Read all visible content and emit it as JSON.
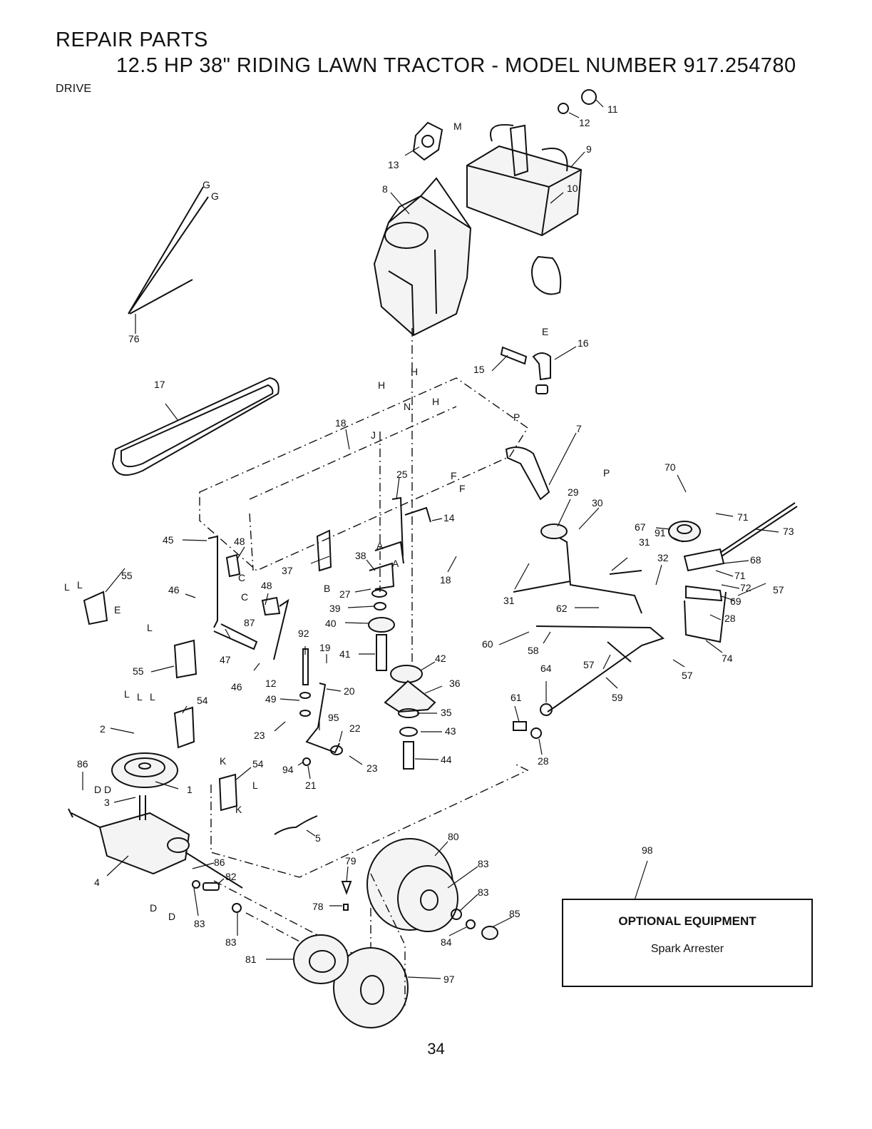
{
  "header": {
    "section": "REPAIR PARTS",
    "model_title": "12.5 HP 38\" RIDING LAWN TRACTOR - MODEL NUMBER 917.254780",
    "subsection": "DRIVE"
  },
  "callouts": [
    "1",
    "2",
    "3",
    "4",
    "5",
    "7",
    "8",
    "9",
    "10",
    "11",
    "12",
    "12",
    "13",
    "14",
    "15",
    "16",
    "17",
    "18",
    "18",
    "19",
    "20",
    "21",
    "22",
    "23",
    "23",
    "25",
    "27",
    "28",
    "28",
    "29",
    "30",
    "31",
    "31",
    "32",
    "35",
    "36",
    "37",
    "38",
    "39",
    "40",
    "41",
    "42",
    "43",
    "44",
    "45",
    "46",
    "46",
    "47",
    "48",
    "48",
    "49",
    "54",
    "54",
    "55",
    "55",
    "57",
    "57",
    "57",
    "58",
    "59",
    "60",
    "61",
    "62",
    "64",
    "67",
    "68",
    "69",
    "70",
    "71",
    "71",
    "72",
    "73",
    "74",
    "76",
    "78",
    "79",
    "80",
    "81",
    "82",
    "83",
    "83",
    "83",
    "83",
    "84",
    "85",
    "86",
    "86",
    "87",
    "91",
    "92",
    "94",
    "95",
    "97",
    "98"
  ],
  "connectors": [
    "A",
    "A",
    "B",
    "C",
    "C",
    "D",
    "D",
    "D",
    "D",
    "E",
    "E",
    "F",
    "F",
    "G",
    "G",
    "H",
    "H",
    "H",
    "J",
    "K",
    "K",
    "L",
    "L",
    "L",
    "L",
    "L",
    "L",
    "L",
    "M",
    "N",
    "P",
    "P"
  ],
  "optional_equipment": {
    "title": "OPTIONAL EQUIPMENT",
    "item": "Spark Arrester"
  },
  "page_number": "34"
}
